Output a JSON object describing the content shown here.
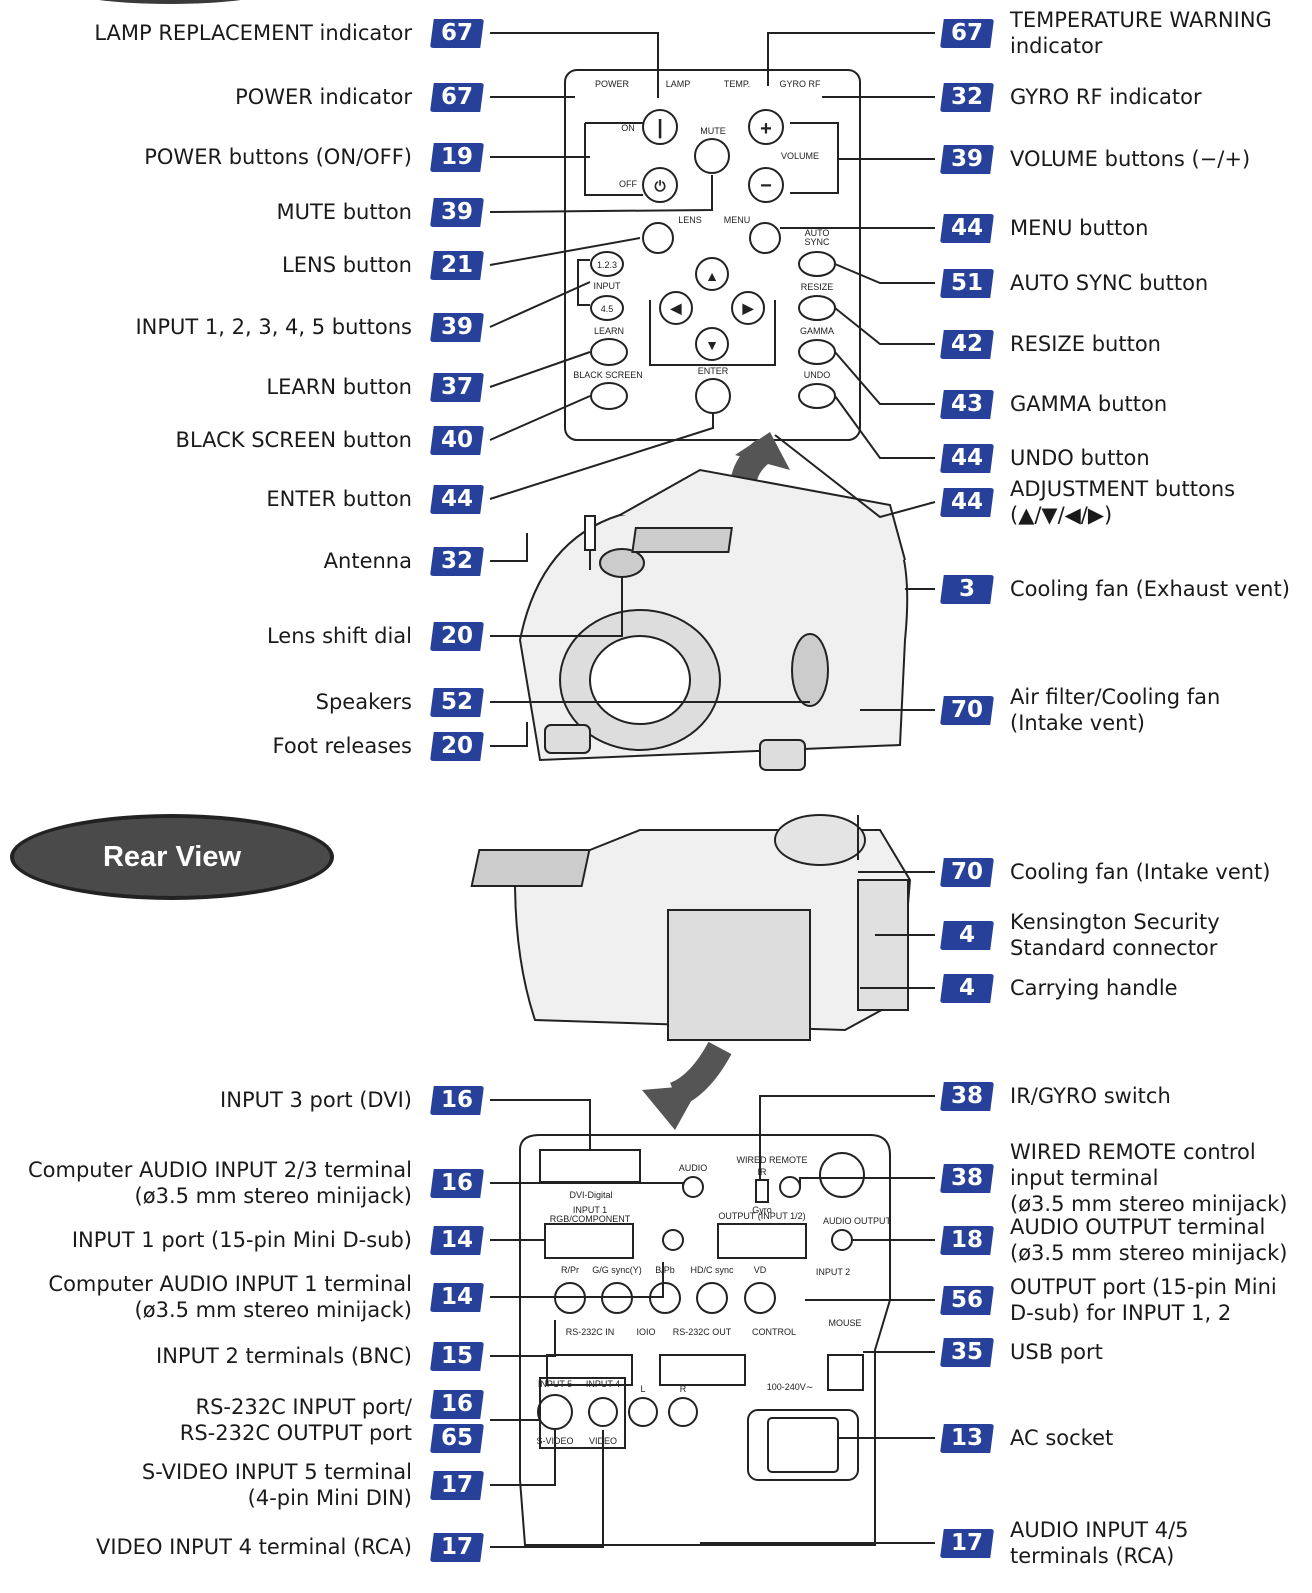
{
  "front": {
    "left": [
      {
        "text": "LAMP REPLACEMENT indicator",
        "page": "67"
      },
      {
        "text": "POWER indicator",
        "page": "67"
      },
      {
        "text": "POWER buttons (ON/OFF)",
        "page": "19"
      },
      {
        "text": "MUTE button",
        "page": "39"
      },
      {
        "text": "LENS button",
        "page": "21"
      },
      {
        "text": "INPUT 1, 2, 3, 4, 5 buttons",
        "page": "39"
      },
      {
        "text": "LEARN button",
        "page": "37"
      },
      {
        "text": "BLACK SCREEN button",
        "page": "40"
      },
      {
        "text": "ENTER button",
        "page": "44"
      },
      {
        "text": "Antenna",
        "page": "32"
      },
      {
        "text": "Lens shift dial",
        "page": "20"
      },
      {
        "text": "Speakers",
        "page": "52"
      },
      {
        "text": "Foot releases",
        "page": "20"
      }
    ],
    "right": [
      {
        "line1": "TEMPERATURE WARNING",
        "line2": "indicator",
        "page": "67"
      },
      {
        "line1": "GYRO RF indicator",
        "line2": "",
        "page": "32"
      },
      {
        "line1": "VOLUME buttons (−/+)",
        "line2": "",
        "page": "39"
      },
      {
        "line1": "MENU button",
        "line2": "",
        "page": "44"
      },
      {
        "line1": "AUTO SYNC button",
        "line2": "",
        "page": "51"
      },
      {
        "line1": "RESIZE button",
        "line2": "",
        "page": "42"
      },
      {
        "line1": "GAMMA button",
        "line2": "",
        "page": "43"
      },
      {
        "line1": "UNDO button",
        "line2": "",
        "page": "44"
      },
      {
        "line1": "ADJUSTMENT buttons",
        "line2": "(▲/▼/◀/▶)",
        "page": "44"
      },
      {
        "line1": "Cooling fan (Exhaust vent)",
        "line2": "",
        "page": "3"
      },
      {
        "line1": "Air filter/Cooling fan",
        "line2": "(Intake vent)",
        "page": "70"
      }
    ],
    "panel": {
      "power": "POWER",
      "lamp": "LAMP",
      "temp": "TEMP.",
      "gyro": "GYRO RF",
      "on": "ON",
      "off": "OFF",
      "mute": "MUTE",
      "volume": "VOLUME",
      "lens": "LENS",
      "menu": "MENU",
      "auto": "AUTO",
      "sync": "SYNC",
      "input": "INPUT",
      "in123": "1.2.3",
      "in45": "4.5",
      "learn": "LEARN",
      "resize": "RESIZE",
      "gamma": "GAMMA",
      "black": "BLACK SCREEN",
      "enter": "ENTER",
      "undo": "UNDO"
    }
  },
  "rear": {
    "title": "Rear View",
    "left": [
      {
        "line1": "INPUT 3 port  (DVI)",
        "line2": "",
        "page": "16",
        "page2": ""
      },
      {
        "line1": "Computer AUDIO INPUT 2/3 terminal",
        "line2": "(ø3.5 mm stereo minijack)",
        "page": "16",
        "page2": ""
      },
      {
        "line1": "INPUT 1 port (15-pin Mini D-sub)",
        "line2": "",
        "page": "14",
        "page2": ""
      },
      {
        "line1": "Computer AUDIO INPUT 1 terminal",
        "line2": "(ø3.5 mm stereo minijack)",
        "page": "14",
        "page2": ""
      },
      {
        "line1": "INPUT 2 terminals (BNC)",
        "line2": "",
        "page": "15",
        "page2": ""
      },
      {
        "line1": "RS-232C INPUT port/",
        "line2": "RS-232C OUTPUT port",
        "page": "16",
        "page2": "65"
      },
      {
        "line1": "S-VIDEO INPUT 5 terminal",
        "line2": "(4-pin Mini DIN)",
        "page": "17",
        "page2": ""
      },
      {
        "line1": "VIDEO INPUT 4 terminal (RCA)",
        "line2": "",
        "page": "17",
        "page2": ""
      }
    ],
    "right": [
      {
        "line1": "Cooling fan (Intake vent)",
        "line2": "",
        "page": "70"
      },
      {
        "line1": "Kensington Security",
        "line2": "Standard connector",
        "page": "4"
      },
      {
        "line1": "Carrying handle",
        "line2": "",
        "page": "4"
      },
      {
        "line1": "IR/GYRO switch",
        "line2": "",
        "page": "38"
      },
      {
        "line1": "WIRED REMOTE control",
        "line2": "input terminal",
        "line3": "(ø3.5 mm stereo minijack)",
        "page": "38"
      },
      {
        "line1": "AUDIO OUTPUT terminal",
        "line2": "(ø3.5 mm stereo minijack)",
        "page": "18"
      },
      {
        "line1": "OUTPUT port (15-pin Mini",
        "line2": "D-sub) for INPUT 1, 2",
        "page": "56"
      },
      {
        "line1": "USB port",
        "line2": "",
        "page": "35"
      },
      {
        "line1": "AC socket",
        "line2": "",
        "page": "13"
      },
      {
        "line1": "AUDIO INPUT 4/5",
        "line2": "terminals (RCA)",
        "page": "17"
      }
    ],
    "panel": {
      "wired": "WIRED REMOTE",
      "dvi": "DVI-Digital",
      "audio": "AUDIO",
      "input1": "INPUT 1",
      "rgb": "RGB/COMPONENT",
      "output": "OUTPUT (INPUT 1/2)",
      "audio_out": "AUDIO OUTPUT",
      "r": "R/Pr",
      "g": "G/G sync(Y)",
      "b": "B/Pb",
      "hd": "HD/C sync",
      "vd": "VD",
      "input2": "INPUT 2",
      "rs_in": "RS-232C IN",
      "ioio": "IOIO",
      "rs_out": "RS-232C OUT",
      "control": "CONTROL",
      "mouse": "MOUSE",
      "input5": "INPUT 5",
      "input4": "INPUT 4",
      "svideo": "S-VIDEO",
      "video": "VIDEO",
      "l": "L",
      "rr": "R",
      "volt": "100-240V∼",
      "ir": "IR",
      "gyro": "Gyro"
    }
  }
}
